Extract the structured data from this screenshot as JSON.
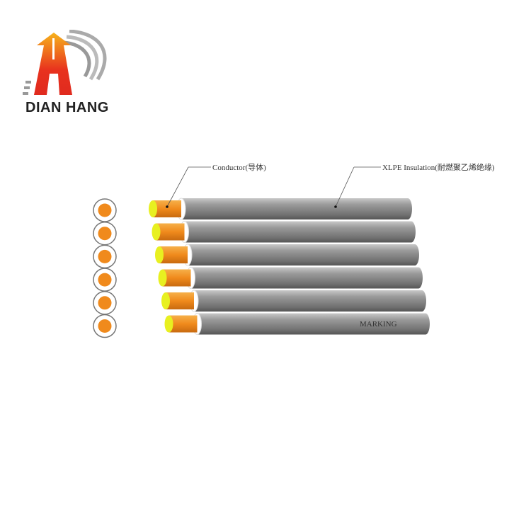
{
  "brand": {
    "name": "DIAN HANG"
  },
  "diagram": {
    "labels": {
      "conductor": "Conductor(导体)",
      "insulation": "XLPE Insulation(耐燃聚乙烯绝缘)",
      "marking": "MARKING"
    },
    "core_count": 6,
    "colors": {
      "conductor": "#f08a1c",
      "conductor_end": "#e8f020",
      "insulation": "#8a8a8a",
      "logo_red": "#e02a1e",
      "logo_orange": "#f6a21c"
    }
  }
}
